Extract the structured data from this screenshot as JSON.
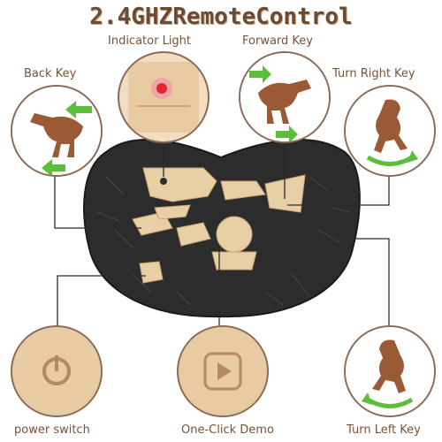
{
  "title": "2.4GHZRemoteControl",
  "labels": {
    "indicator_light": "Indicator Light",
    "forward_key": "Forward Key",
    "back_key": "Back Key",
    "turn_right_key": "Turn Right Key",
    "power_switch": "power switch",
    "one_click_demo": "One-Click Demo",
    "turn_left_key": "Turn Left Key"
  },
  "colors": {
    "title": "#6a4b33",
    "label": "#7a5238",
    "arrow_green": "#5bbf3a",
    "remote_body": "#2e2e2e",
    "button_tan": "#e9cfa6"
  }
}
